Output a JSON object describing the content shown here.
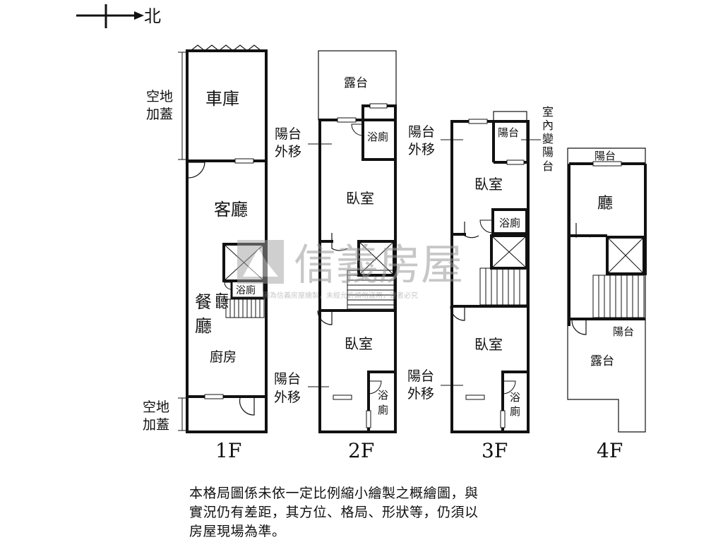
{
  "compass": {
    "label": "北"
  },
  "floors": {
    "f1": {
      "name": "1F",
      "rooms": {
        "garage": "車庫",
        "living": "客廳",
        "dining": "餐廳",
        "kitchen": "廚房",
        "bath": "浴廁"
      },
      "annotations": {
        "front_ext_1": "空地",
        "front_ext_2": "加蓋",
        "back_ext_1": "空地",
        "back_ext_2": "加蓋"
      }
    },
    "f2": {
      "name": "2F",
      "rooms": {
        "terrace": "露台",
        "bath_top": "浴廁",
        "bedroom_top": "臥室",
        "bedroom_bottom": "臥室",
        "bath_bottom_1": "浴",
        "bath_bottom_2": "廁"
      },
      "annotations": {
        "balcony_top_1": "陽台",
        "balcony_top_2": "外移",
        "balcony_bottom_1": "陽台",
        "balcony_bottom_2": "外移"
      }
    },
    "f3": {
      "name": "3F",
      "rooms": {
        "balcony": "陽台",
        "bedroom_top": "臥室",
        "bath_top": "浴廁",
        "bedroom_bottom": "臥室",
        "bath_bottom_1": "浴",
        "bath_bottom_2": "廁"
      },
      "annotations": {
        "balcony_top_1": "陽台",
        "balcony_top_2": "外移",
        "balcony_bottom_1": "陽台",
        "balcony_bottom_2": "外移",
        "indoor_1": "室",
        "indoor_2": "內",
        "indoor_3": "變",
        "indoor_4": "陽",
        "indoor_5": "台"
      }
    },
    "f4": {
      "name": "4F",
      "rooms": {
        "balcony_top": "陽台",
        "hall": "廳",
        "balcony_mid": "陽台",
        "terrace": "露台"
      }
    }
  },
  "watermark": {
    "brand": "信義房屋",
    "notice": "圖為信義房屋繪製，未經允許請勿盜用，違者必究"
  },
  "disclaimer": {
    "line1": "本格局圖係未依一定比例縮小繪製之概繪圖，與",
    "line2": "實況仍有差距，其方位、格局、形狀等，仍須以",
    "line3": "房屋現場為準。"
  }
}
